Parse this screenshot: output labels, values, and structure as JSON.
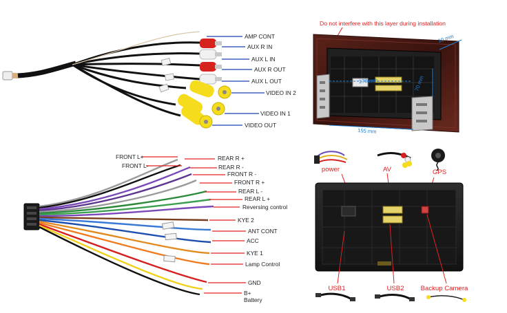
{
  "rca_harness": {
    "labels": [
      "AMP CONT",
      "AUX R IN",
      "AUX L IN",
      "AUX R OUT",
      "AUX L OUT",
      "VIDEO IN 2",
      "VIDEO IN 1",
      "VIDEO OUT"
    ]
  },
  "head_unit": {
    "warning": "Do not interfere with this layer during installation",
    "dim_depth": "10 mm",
    "dim_width_inner": "178 mm",
    "dim_height": "70 mm",
    "dim_width_bottom": "155 mm"
  },
  "power_harness": {
    "left_labels": [
      "FRONT L+",
      "FRONT L-"
    ],
    "right_labels": [
      "REAR R +",
      "REAR R -",
      "FRONT R -",
      "FRONT R +",
      "REAR L -",
      "REAR L +",
      "Reversing control",
      "KYE 2",
      "ANT CONT",
      "ACC",
      "KYE 1",
      "Lamp Control",
      "GND",
      "B+",
      "Battery"
    ]
  },
  "accessories": {
    "top": [
      "power",
      "AV",
      "GPS"
    ],
    "bottom": [
      "USB1",
      "USB2",
      "Backup Camera"
    ]
  },
  "colors": {
    "label_red": "#e02020",
    "label_blue": "#1e7fd6",
    "frame_brown": "#4a1a14",
    "unit_black": "#1c1c1c"
  }
}
